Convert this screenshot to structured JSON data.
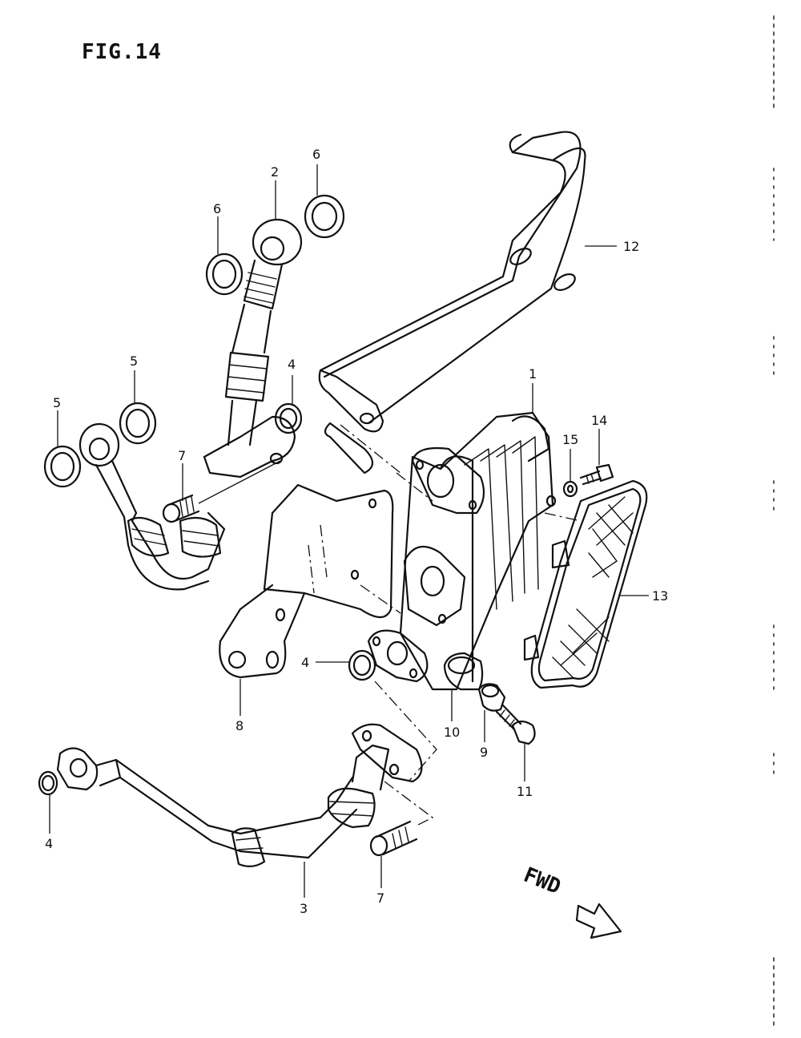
{
  "figure": {
    "title": "FIG.14"
  },
  "direction": {
    "label": "FWD"
  },
  "callouts": [
    {
      "id": "c1",
      "text": "1"
    },
    {
      "id": "c2",
      "text": "2"
    },
    {
      "id": "c3",
      "text": "3"
    },
    {
      "id": "c4a",
      "text": "4"
    },
    {
      "id": "c4b",
      "text": "4"
    },
    {
      "id": "c4c",
      "text": "4"
    },
    {
      "id": "c5a",
      "text": "5"
    },
    {
      "id": "c5b",
      "text": "5"
    },
    {
      "id": "c6a",
      "text": "6"
    },
    {
      "id": "c6b",
      "text": "6"
    },
    {
      "id": "c7a",
      "text": "7"
    },
    {
      "id": "c7b",
      "text": "7"
    },
    {
      "id": "c8",
      "text": "8"
    },
    {
      "id": "c9",
      "text": "9"
    },
    {
      "id": "c10",
      "text": "10"
    },
    {
      "id": "c11",
      "text": "11"
    },
    {
      "id": "c12",
      "text": "12"
    },
    {
      "id": "c13",
      "text": "13"
    },
    {
      "id": "c14",
      "text": "14"
    },
    {
      "id": "c15",
      "text": "15"
    }
  ]
}
